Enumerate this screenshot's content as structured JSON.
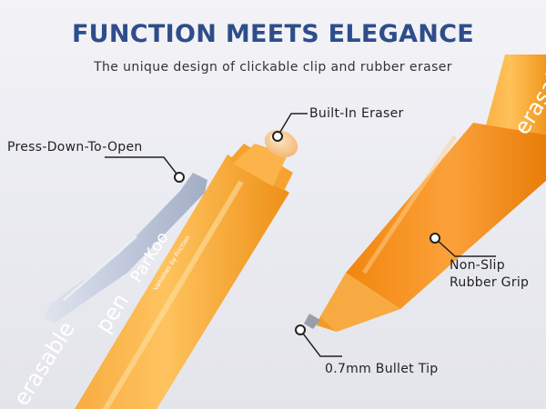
{
  "heading": {
    "title": "FUNCTION MEETS ELEGANCE",
    "subtitle": "The unique design of clickable clip and rubber eraser"
  },
  "callouts": {
    "press_down": "Press-Down-To-Open",
    "eraser": "Built-In Eraser",
    "grip_line1": "Non-Slip",
    "grip_line2": "Rubber Grip",
    "tip": "0.7mm Bullet Tip"
  },
  "pen_print": {
    "brand": "ParKoo",
    "tagline": "Vanishes by Friction",
    "word_left_1": "erasable",
    "word_left_2": "pen",
    "word_right": "erasable"
  },
  "colors": {
    "title": "#2e4d8a",
    "barrel_orange": "#f59a1e",
    "eraser": "#f7c58c",
    "clip": "#b9c2d6"
  }
}
